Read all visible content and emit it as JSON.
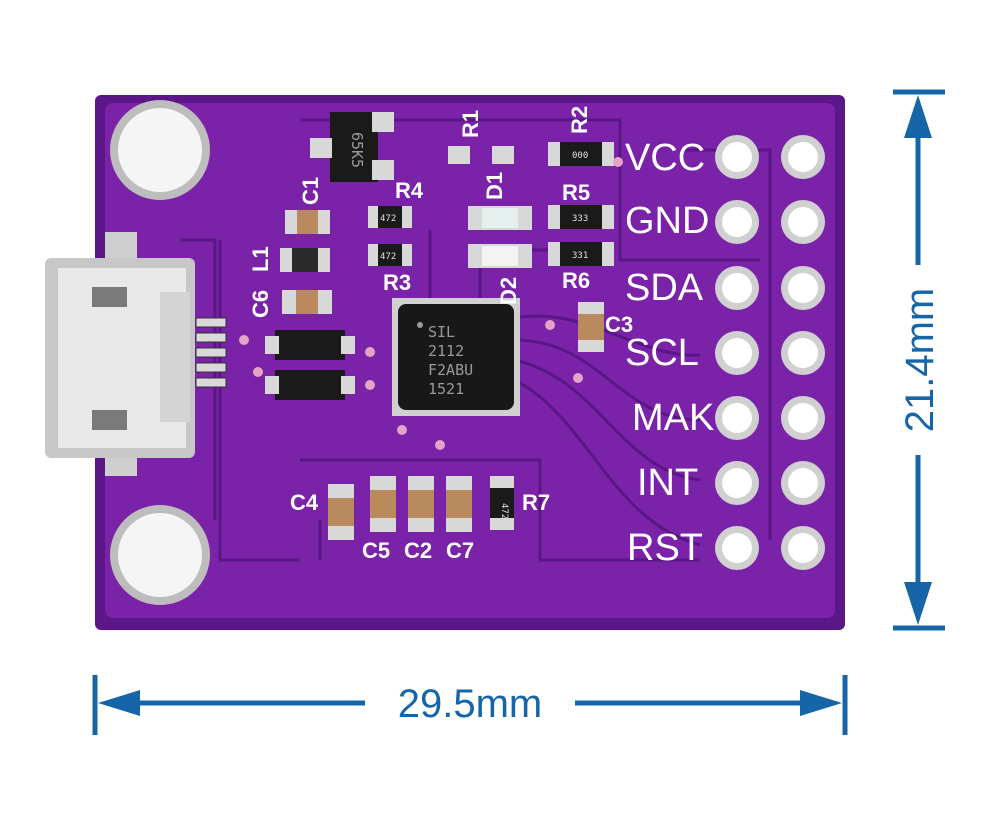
{
  "board": {
    "pins": [
      "VCC",
      "GND",
      "SDA",
      "SCL",
      "MAK",
      "INT",
      "RST"
    ],
    "components": {
      "r1": "R1",
      "r2": "R2",
      "r3": "R3",
      "r4": "R4",
      "r5": "R5",
      "r6": "R6",
      "r7": "R7",
      "c1": "C1",
      "c2": "C2",
      "c3": "C3",
      "c4": "C4",
      "c5": "C5",
      "c6": "C6",
      "c7": "C7",
      "l1": "L1",
      "d1": "D1",
      "d2": "D2"
    },
    "chip_marking": [
      "SIL",
      "2112",
      "F2ABU",
      "1521"
    ],
    "transistor_marking": "65K5",
    "resistor_codes": {
      "r4": "472",
      "r3": "472",
      "r2": "000",
      "r5": "333",
      "r6": "331",
      "r7": "472"
    },
    "colors": {
      "pcb": "#6a1b9a",
      "pcb_dark": "#4a148c",
      "copper": "#ffffff",
      "dimension": "#1565a8"
    }
  },
  "dimensions": {
    "width": "29.5mm",
    "height": "21.4mm"
  }
}
